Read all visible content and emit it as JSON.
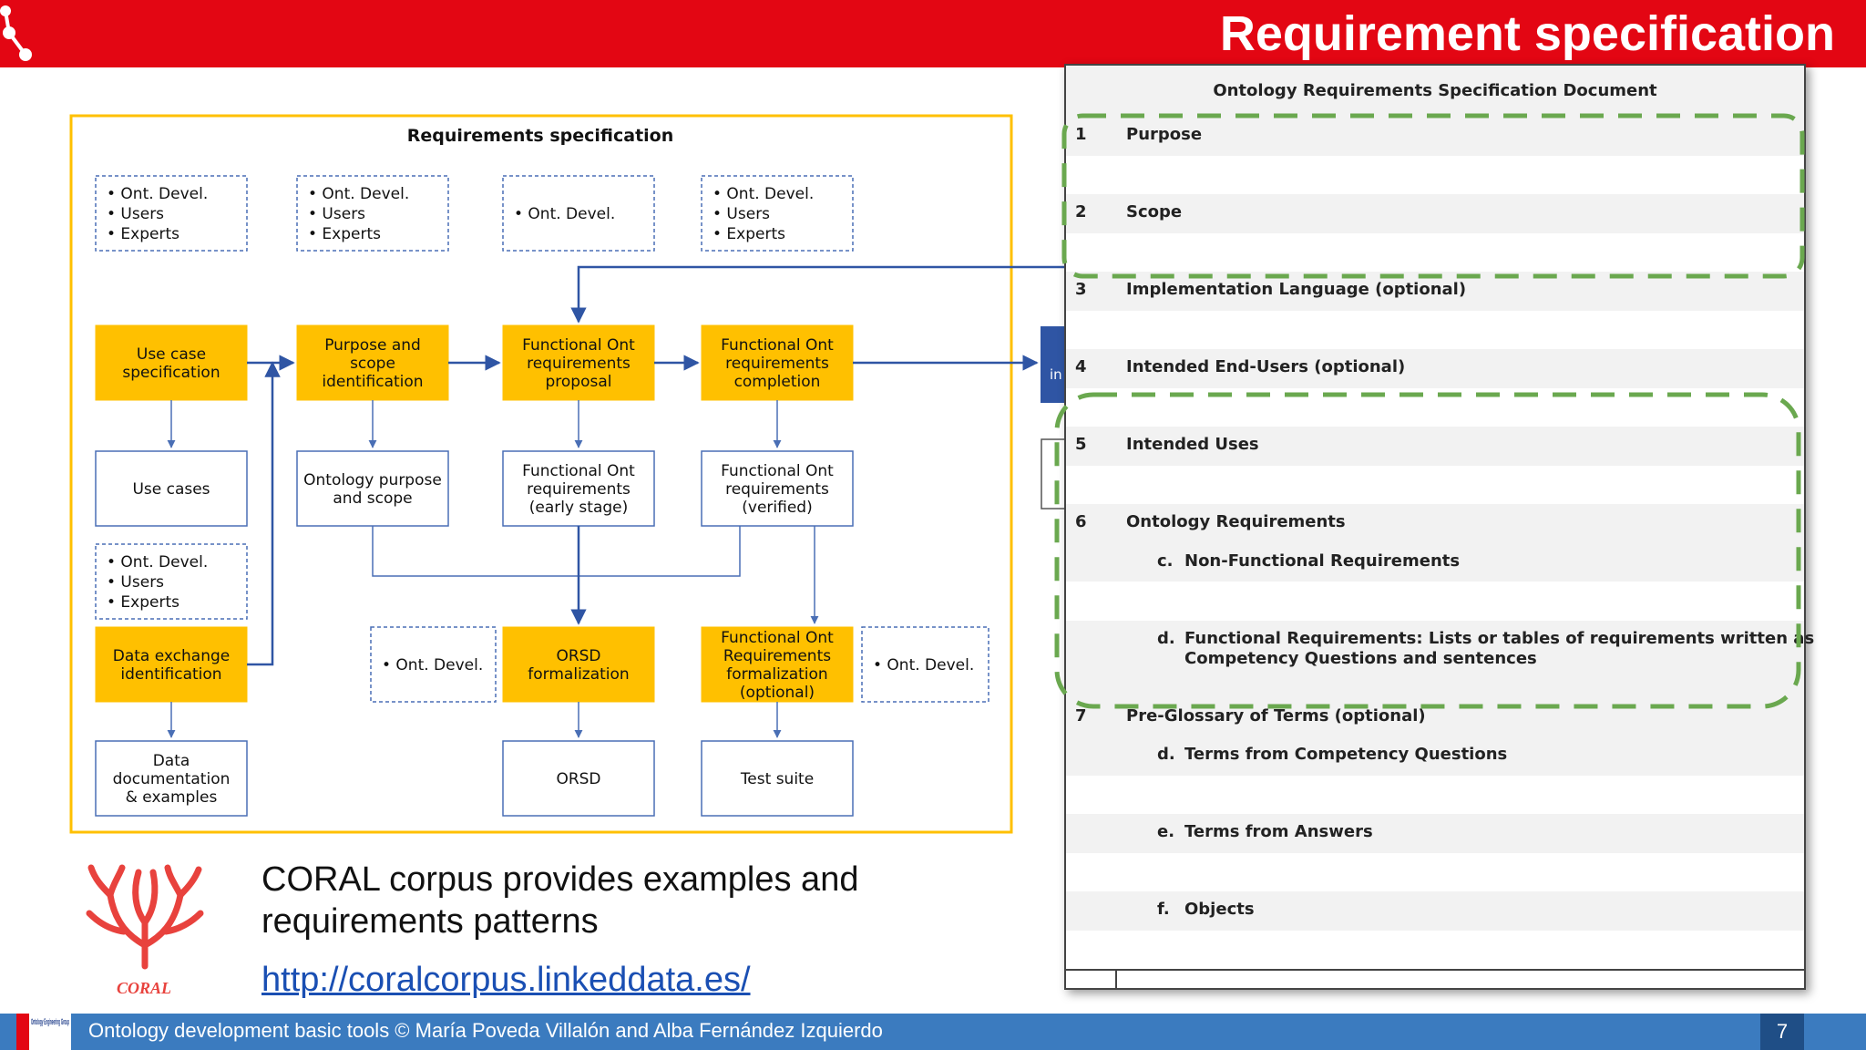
{
  "slide": {
    "title": "Requirement specification",
    "footer": "Ontology development basic tools  © María Poveda Villalón  and Alba Fernández Izquierdo",
    "page_number": "7",
    "oeg_logo_text": "Ontology Engineering Group"
  },
  "diagram": {
    "title": "Requirements specification",
    "role_boxes": [
      [
        "Ont. Devel.",
        "Users",
        "Experts"
      ],
      [
        "Ont. Devel.",
        "Users",
        "Experts"
      ],
      [
        "Ont. Devel."
      ],
      [
        "Ont. Devel.",
        "Users",
        "Experts"
      ],
      [
        "Ont. Devel.",
        "Users",
        "Experts"
      ],
      [
        "Ont. Devel."
      ],
      [
        "Ont. Devel."
      ]
    ],
    "process_boxes": [
      [
        "Use case",
        "specification"
      ],
      [
        "Purpose and",
        "scope",
        "identification"
      ],
      [
        "Functional Ont",
        "requirements",
        "proposal"
      ],
      [
        "Functional Ont",
        "requirements",
        "completion"
      ],
      [
        "Data exchange",
        "identification"
      ],
      [
        "ORSD",
        "formalization"
      ],
      [
        "Functional Ont",
        "Requirements",
        "formalization",
        "(optional)"
      ]
    ],
    "output_boxes": [
      [
        "Use cases"
      ],
      [
        "Ontology purpose",
        "and scope"
      ],
      [
        "Functional Ont",
        "requirements",
        "(early stage)"
      ],
      [
        "Functional Ont",
        "requirements",
        "(verified)"
      ],
      [
        "Data",
        "documentation",
        "& examples"
      ],
      [
        "ORSD"
      ],
      [
        "Test suite"
      ]
    ],
    "cut_off_label": "in"
  },
  "orsd_doc": {
    "title": "Ontology Requirements Specification Document",
    "rows": [
      {
        "num": "1",
        "label": "Purpose",
        "letter": ""
      },
      {
        "num": "",
        "label": "",
        "letter": ""
      },
      {
        "num": "2",
        "label": "Scope",
        "letter": ""
      },
      {
        "num": "",
        "label": "",
        "letter": ""
      },
      {
        "num": "3",
        "label": "Implementation Language (optional)",
        "letter": ""
      },
      {
        "num": "",
        "label": "",
        "letter": ""
      },
      {
        "num": "4",
        "label": "Intended End-Users (optional)",
        "letter": ""
      },
      {
        "num": "",
        "label": "",
        "letter": ""
      },
      {
        "num": "5",
        "label": "Intended Uses",
        "letter": ""
      },
      {
        "num": "",
        "label": "",
        "letter": ""
      },
      {
        "num": "6",
        "label": "Ontology Requirements",
        "letter": ""
      },
      {
        "num": "",
        "label": "Non-Functional Requirements",
        "letter": "c."
      },
      {
        "num": "",
        "label": "",
        "letter": ""
      },
      {
        "num": "",
        "label": "Functional Requirements: Lists or tables of requirements written as",
        "label2": "Competency Questions and sentences",
        "letter": "d."
      },
      {
        "num": "7",
        "label": "Pre-Glossary of Terms (optional)",
        "letter": ""
      },
      {
        "num": "",
        "label": "Terms from Competency Questions",
        "letter": "d."
      },
      {
        "num": "",
        "label": "",
        "letter": ""
      },
      {
        "num": "",
        "label": "Terms from Answers",
        "letter": "e."
      },
      {
        "num": "",
        "label": "",
        "letter": ""
      },
      {
        "num": "",
        "label": "Objects",
        "letter": "f."
      },
      {
        "num": "",
        "label": "",
        "letter": ""
      }
    ]
  },
  "coral": {
    "description": "CORAL corpus provides examples and requirements patterns",
    "link": "http://coralcorpus.linkeddata.es/",
    "logo_text": "CORAL"
  },
  "colors": {
    "brand_red": "#e30613",
    "footer_blue": "#3b7bbf",
    "process_yellow": "#ffc000",
    "arrow_blue": "#2f55a4",
    "dashed_green": "#6aa84f",
    "coral_red": "#e8423d"
  }
}
